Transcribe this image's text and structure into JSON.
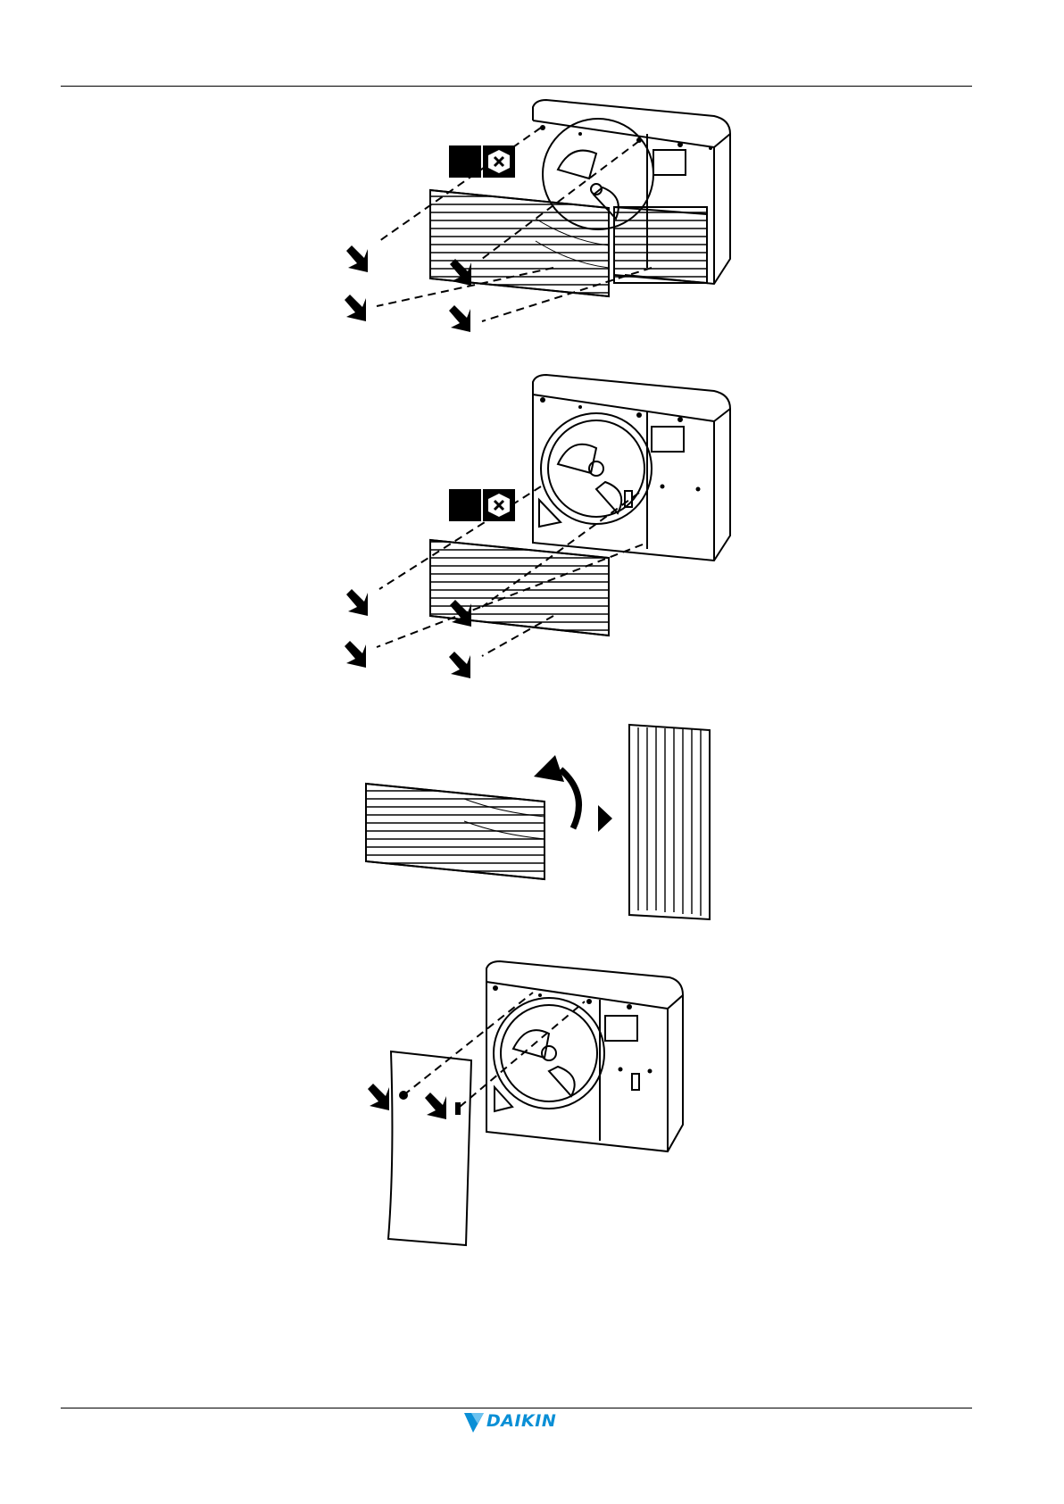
{
  "figures": [
    {
      "id": "remove-grille-upper",
      "tool_icon": "hex-screwdriver-icon"
    },
    {
      "id": "remove-grille-lower",
      "tool_icon": "hex-screwdriver-icon"
    },
    {
      "id": "rotate-grille"
    },
    {
      "id": "attach-side-panel"
    }
  ],
  "footer": {
    "brand": "DAIKIN",
    "brand_color": "#0a8fd6"
  },
  "colors": {
    "line": "#000000",
    "background": "#ffffff"
  }
}
